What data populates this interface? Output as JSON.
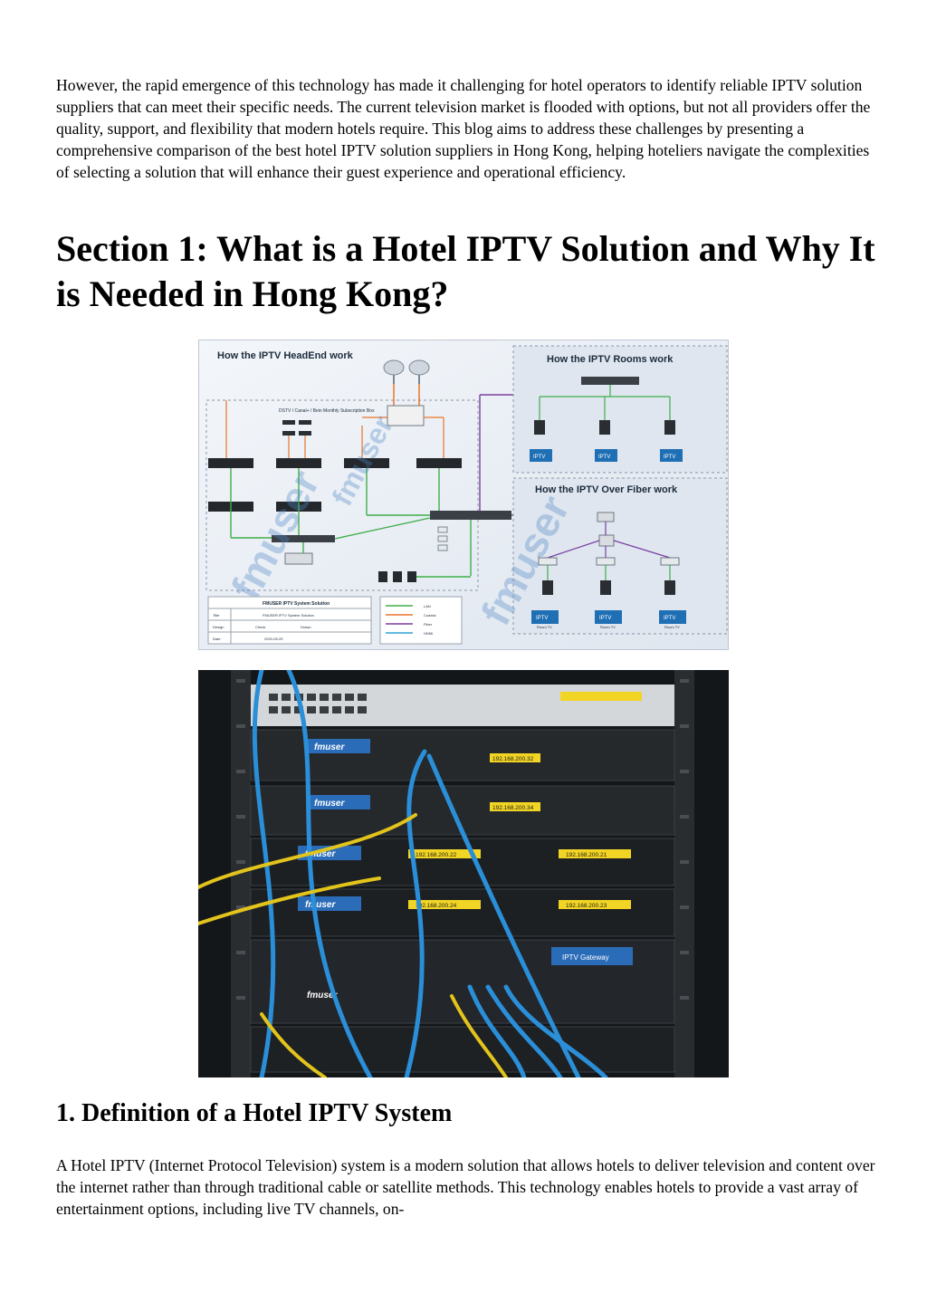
{
  "paragraph_intro": "However, the rapid emergence of this technology has made it challenging for hotel operators to identify reliable IPTV solution suppliers that can meet their specific needs. The current television market is flooded with options, but not all providers offer the quality, support, and flexibility that modern hotels require. This blog aims to address these challenges by presenting a comprehensive comparison of the best hotel IPTV solution suppliers in Hong Kong, helping hoteliers navigate the complexities of selecting a solution that will enhance their guest experience and operational efficiency.",
  "section_heading": "Section 1: What is a Hotel IPTV Solution and Why It is Needed in Hong Kong?",
  "diagram": {
    "headend_title": "How the IPTV HeadEnd work",
    "rooms_title": "How the IPTV Rooms work",
    "fiber_title": "How the IPTV Over Fiber  work",
    "subscription_box": "DSTV / Canal+ / Bein Monthly Subscription Box",
    "iptv_label": "IPTV",
    "room_tv": "Room TV",
    "watermark": "fmuser",
    "titleblock_title": "FMUSER IPTV System  Solution",
    "titleblock_row_title": "Title",
    "titleblock_row_value": "FMUSER IPTV System Solution",
    "titleblock_design": "Design",
    "titleblock_check": "Check",
    "titleblock_drawn": "Drawn",
    "titleblock_date_label": "Date",
    "titleblock_date": "2020-05-25",
    "legend": [
      {
        "label": "LAN",
        "color": "#3fae49"
      },
      {
        "label": "Coaxial",
        "color": "#e8742a"
      },
      {
        "label": "Fiber",
        "color": "#7b3fa0"
      },
      {
        "label": "HDMI",
        "color": "#2fa3d6"
      }
    ]
  },
  "photo": {
    "gateway_label": "IPTV Gateway",
    "ip_labels": [
      "192.168.200.32",
      "192.168.200.34",
      "192.168.200.22",
      "192.168.200.21",
      "192.168.200.24",
      "192.168.200.23"
    ],
    "brand": "fmuser"
  },
  "subheading": "1. Definition of a Hotel IPTV System",
  "paragraph_definition": "A Hotel IPTV (Internet Protocol Television) system is a modern solution that allows hotels to deliver television and content over the internet rather than through traditional cable or satellite methods. This technology enables hotels to provide a vast array of entertainment options, including live TV channels, on-"
}
